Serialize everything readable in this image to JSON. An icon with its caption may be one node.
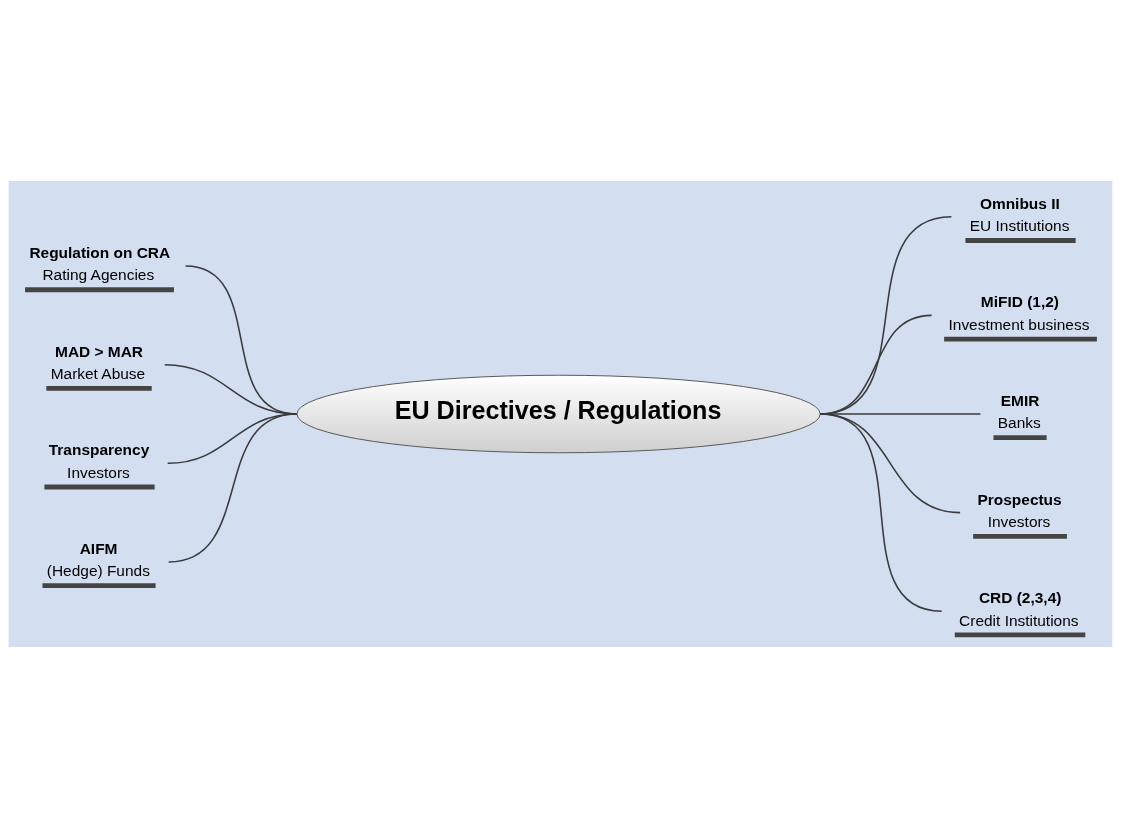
{
  "diagram": {
    "nodes": [
      {
        "text": [
          "EU Directives / Regulations"
        ]
      },
      {
        "text": [
          "Regulation on CRA",
          "Rating Agencies"
        ]
      },
      {
        "text": [
          "MAD > MAR",
          "Market Abuse"
        ]
      },
      {
        "text": [
          "Transparency",
          "Investors"
        ]
      },
      {
        "text": [
          "AIFM",
          "(Hedge) Funds"
        ]
      },
      {
        "text": [
          "Omnibus II",
          "EU Institutions"
        ]
      },
      {
        "text": [
          "MiFID (1,2)",
          "Investment business"
        ]
      },
      {
        "text": [
          "EMIR",
          "Banks"
        ]
      },
      {
        "text": [
          "Prospectus",
          "Investors"
        ]
      },
      {
        "text": [
          "CRD (2,3,4)",
          "Credit Institutions"
        ]
      }
    ],
    "edges": [
      {
        "from": 1,
        "to": 0,
        "arrow": "none"
      },
      {
        "from": 2,
        "to": 0,
        "arrow": "none"
      },
      {
        "from": 3,
        "to": 0,
        "arrow": "none"
      },
      {
        "from": 4,
        "to": 0,
        "arrow": "none"
      },
      {
        "from": 0,
        "to": 5,
        "arrow": "none"
      },
      {
        "from": 0,
        "to": 6,
        "arrow": "none"
      },
      {
        "from": 0,
        "to": 7,
        "arrow": "none"
      },
      {
        "from": 0,
        "to": 8,
        "arrow": "none"
      },
      {
        "from": 0,
        "to": 9,
        "arrow": "none"
      }
    ]
  }
}
